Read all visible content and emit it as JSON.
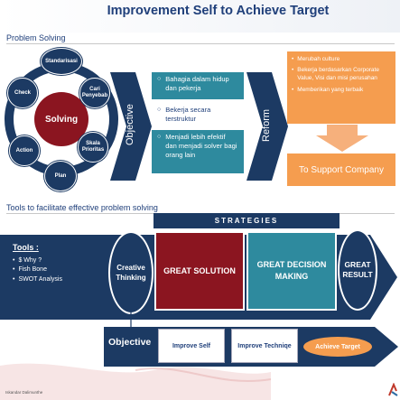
{
  "title": "Improvement Self to Achieve Target",
  "problem_solving": {
    "heading": "Problem Solving",
    "center": "Solving",
    "steps": [
      "Standarisasi",
      "Cari Penyebab",
      "Skala Prioritas",
      "Plan",
      "Action",
      "Check"
    ],
    "objective_label": "Objective",
    "objectives": [
      "Bahagia dalam hidup dan pekerja",
      "Bekerja secara terstruktur",
      "Menjadi lebih efektif dan menjadi solver bagi orang lain"
    ],
    "reform_label": "Reform",
    "reforms": [
      "Merubah culture",
      "Bekerja berdasarkan Corporate Value, Visi dan misi perusahan",
      "Memberikan yang terbaik"
    ],
    "support": "To Support Company"
  },
  "tools_section": {
    "heading": "Tools to facilitate effective problem solving",
    "tools_title": "Tools :",
    "tools": [
      "$ Why ?",
      "Fish Bone",
      "SWOT Analysis"
    ],
    "creative": "Creative Thinking",
    "strategies": "STRATEGIES",
    "great_solution": "GREAT SOLUTION",
    "great_decision": "GREAT DECISION MAKING",
    "great_result": "GREAT RESULT",
    "objective": "Objective",
    "improve_self": "Improve Self",
    "improve_technique": "Improve Techniqe",
    "achieve_target": "Achieve Target"
  },
  "author": "Iskandar Dalimunthe"
}
